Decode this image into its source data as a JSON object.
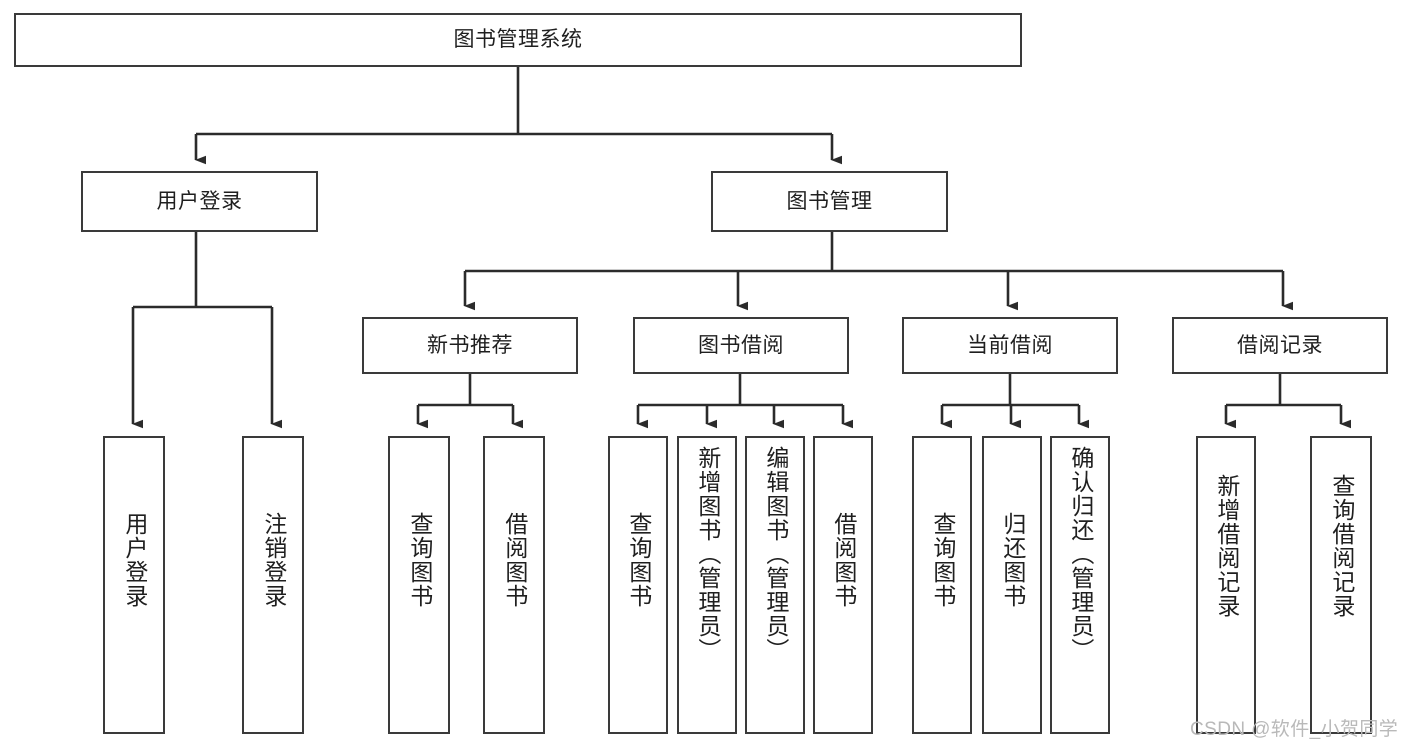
{
  "diagram": {
    "title": "图书管理系统",
    "type": "tree-hierarchy-chart",
    "watermark": "CSDN @软件_小贺同学",
    "colors": {
      "background": "#ffffff",
      "box_border": "#3a3a3a",
      "connector": "#2b2b2b",
      "text": "#1f1f1f",
      "watermark": "#b9b9b9"
    },
    "nodes": {
      "root": {
        "label": "图书管理系统"
      },
      "level2": [
        {
          "label": "用户登录"
        },
        {
          "label": "图书管理"
        }
      ],
      "level3": [
        {
          "label": "新书推荐"
        },
        {
          "label": "图书借阅"
        },
        {
          "label": "当前借阅"
        },
        {
          "label": "借阅记录"
        }
      ],
      "leaves": {
        "user_login": [
          {
            "label": "用户登录"
          },
          {
            "label": "注销登录"
          }
        ],
        "new_book_recommend": [
          {
            "label": "查询图书"
          },
          {
            "label": "借阅图书"
          }
        ],
        "book_borrow": [
          {
            "label": "查询图书"
          },
          {
            "label": "新增图书（管理员）"
          },
          {
            "label": "编辑图书（管理员）"
          },
          {
            "label": "借阅图书"
          }
        ],
        "current_borrow": [
          {
            "label": "查询图书"
          },
          {
            "label": "归还图书"
          },
          {
            "label": "确认归还（管理员）"
          }
        ],
        "borrow_record": [
          {
            "label": "新增借阅记录"
          },
          {
            "label": "查询借阅记录"
          }
        ]
      }
    }
  }
}
